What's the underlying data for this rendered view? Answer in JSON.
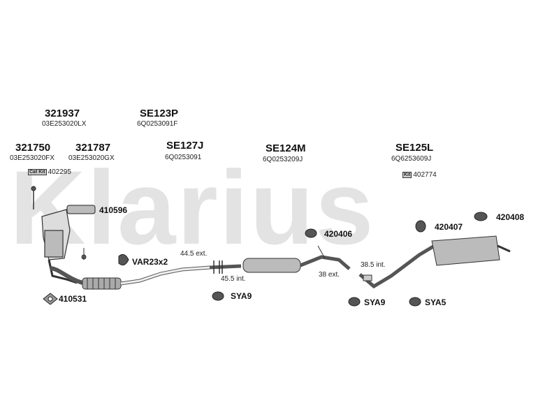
{
  "watermark": "Klarius",
  "parts": {
    "p321937": {
      "number": "321937",
      "oe": "03E253020LX"
    },
    "se123p": {
      "number": "SE123P",
      "oe": "6Q0253091F"
    },
    "p321750": {
      "number": "321750",
      "oe": "03E253020FX"
    },
    "p321787": {
      "number": "321787",
      "oe": "03E253020GX"
    },
    "se127j": {
      "number": "SE127J",
      "oe": "6Q0253091"
    },
    "se124m": {
      "number": "SE124M",
      "oe": "6Q0253209J"
    },
    "se125l": {
      "number": "SE125L",
      "oe": "6Q6253609J"
    }
  },
  "kits": {
    "cat_kit": {
      "badge": "Cat Kit",
      "number": "402295"
    },
    "kit": {
      "badge": "Kit",
      "number": "402774"
    }
  },
  "fittings": {
    "f410596": "410596",
    "f420406": "420406",
    "f420407": "420407",
    "f420408": "420408",
    "var23x2": "VAR23x2",
    "sya9_a": "SYA9",
    "sya9_b": "SYA9",
    "sya5": "SYA5",
    "f410531": "410531"
  },
  "dimensions": {
    "d1": "44.5 ext.",
    "d2": "45.5 int.",
    "d3": "38.5 int.",
    "d4": "38 ext."
  }
}
